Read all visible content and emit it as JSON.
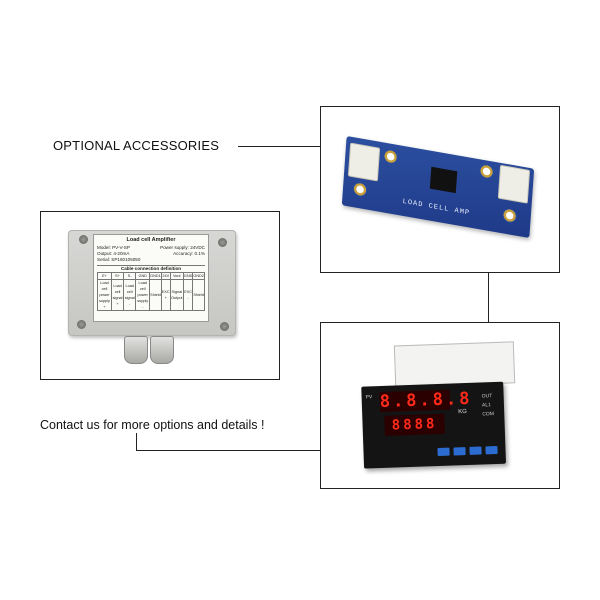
{
  "heading": "OPTIONAL ACCESSORIES",
  "contact_text": "Contact us for more options and details !",
  "amplifier_box": {
    "label_title": "Load cell Amplifier",
    "model": "Model: PV-V-SP",
    "power": "Power supply: 24VDC",
    "output": "Output: 4-20mA",
    "accuracy": "Accuracy: 0.1%",
    "serial": "Serial: SP160105050",
    "cable_caption": "Cable connection definition",
    "cable_headers": [
      "E+",
      "S+",
      "S-",
      "GND",
      "GND1",
      "24V",
      "Vout",
      "GND",
      "GND2"
    ],
    "cable_row": [
      "Load cell power supply +",
      "Load cell signal +",
      "Load cell signal -",
      "Load cell power supply -",
      "Shield",
      "EXC +",
      "Signal Output",
      "EXC -",
      "Shield"
    ]
  },
  "pcb": {
    "silkscreen": "LOAD CELL AMP"
  },
  "meter": {
    "pv_label": "PV",
    "upper_display": "8.8.8.8",
    "lower_display": "8888",
    "unit_label": "KG",
    "side_labels": [
      "OUT",
      "AL1",
      "COM"
    ]
  }
}
